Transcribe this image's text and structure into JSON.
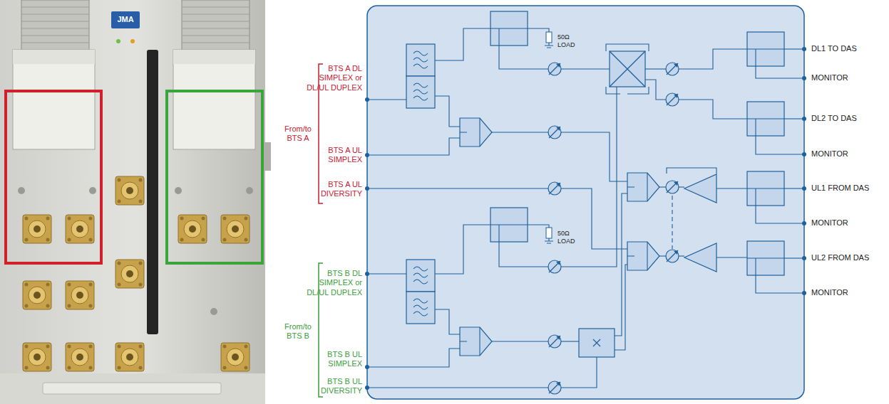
{
  "diagram": {
    "labels": [
      "BTS A DL SIMPLEX or DL/UL DUPLEX",
      "BTS A UL SIMPLEX",
      "BTS A UL DIVERSITY",
      "From/to BTS A",
      "BTS B DL SIMPLEX or DL/UL DUPLEX",
      "BTS B UL SIMPLEX",
      "BTS B UL DIVERSITY",
      "From/to BTS B",
      "50Ω LOAD",
      "50Ω LOAD",
      "DL1 TO DAS",
      "MONITOR",
      "DL2 TO DAS",
      "MONITOR",
      "UL1 FROM DAS",
      "MONITOR",
      "UL2 FROM DAS",
      "MONITOR",
      "JMA"
    ]
  }
}
